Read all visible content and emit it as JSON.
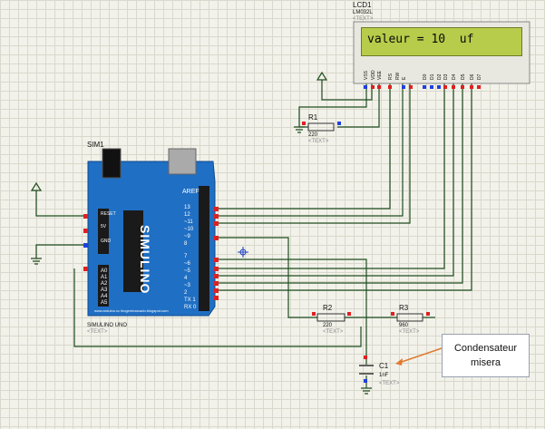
{
  "lcd": {
    "ref": "LCD1",
    "part": "LM032L",
    "text_placeholder": "<TEXT>",
    "display": "valeur = 10  uf",
    "pins": [
      "VSS",
      "VDD",
      "VEE",
      "RS",
      "RW",
      "E",
      "D0",
      "D1",
      "D2",
      "D3",
      "D4",
      "D5",
      "D6",
      "D7"
    ]
  },
  "arduino": {
    "ref": "SIM1",
    "name": "SIMULINO UNO",
    "text_placeholder": "<TEXT>",
    "brand": "SIMULINO",
    "aref": "AREF",
    "digital_labels": [
      "13",
      "12",
      "~11",
      "~10",
      "~9",
      "8",
      "7",
      "~6",
      "~5",
      "4",
      "~3",
      "2",
      "TX 1",
      "RX 0"
    ],
    "power_labels": [
      "RESET",
      "5V",
      "GND"
    ],
    "analog_labels": [
      "A0",
      "A1",
      "A2",
      "A3",
      "A4",
      "A5"
    ],
    "site": "www.arduino.cc blogembarcado.blogspot.com"
  },
  "r1": {
    "ref": "R1",
    "value": "220",
    "text_placeholder": "<TEXT>"
  },
  "r2": {
    "ref": "R2",
    "value": "220",
    "text_placeholder": "<TEXT>"
  },
  "r3": {
    "ref": "R3",
    "value": "960",
    "text_placeholder": "<TEXT>"
  },
  "c1": {
    "ref": "C1",
    "value": "1nF",
    "text_placeholder": "<TEXT>"
  },
  "callout": {
    "line1": "Condensateur",
    "line2": "misera"
  },
  "colors": {
    "wire": "#1f4d1f",
    "board": "#1f6fc4",
    "lcd_screen": "#b7cc4a",
    "pin_red": "#e02020",
    "pin_blue": "#2040e0"
  }
}
